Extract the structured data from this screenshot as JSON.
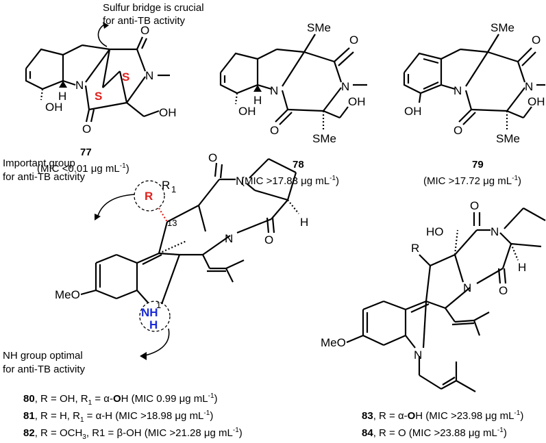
{
  "annotations": {
    "sulfur_1": "Sulfur bridge is crucial",
    "sulfur_2": "for anti-TB activity",
    "important_1": "Important group",
    "important_2": "for anti-TB activity",
    "nh_1": "NH group optimal",
    "nh_2": "for anti-TB activity"
  },
  "compounds": {
    "c77": {
      "num": "77",
      "mic": "(MIC <0.01 μg mL",
      "sup": "-1",
      "close": ")"
    },
    "c78": {
      "num": "78",
      "mic": "(MIC >17.83 μg mL",
      "sup": "-1",
      "close": ")"
    },
    "c79": {
      "num": "79",
      "mic": "(MIC >17.72 μg mL",
      "sup": "-1",
      "close": ")"
    }
  },
  "series_left": [
    {
      "num": "80",
      "desc": ", R = OH, R",
      "sub": "1",
      "desc2": " = α-",
      "bold": "O",
      "desc3": "H (MIC 0.99 μg mL",
      "sup": "-1",
      "close": ")"
    },
    {
      "num": "81",
      "desc": ", R = H, R",
      "sub": "1",
      "desc2": " = α-H",
      "bold": "",
      "desc3": " (MIC >18.98 μg mL",
      "sup": "-1",
      "close": ")"
    },
    {
      "num": "82",
      "desc": ", R = OCH",
      "sub": "3",
      "desc2": ", R",
      "bold": "",
      "desc3": "1 = β-OH (MIC >21.28 μg mL",
      "sup": "-1",
      "close": ")"
    }
  ],
  "series_right": [
    {
      "num": "83",
      "desc": ", R = α-",
      "bold": "O",
      "desc3": "H (MIC >23.98 μg mL",
      "sup": "-1",
      "close": ")"
    },
    {
      "num": "84",
      "desc": ", R = O (MIC >23.88 μg mL",
      "bold": "",
      "desc3": "",
      "sup": "-1",
      "close": ")"
    }
  ],
  "atoms": {
    "OH": "OH",
    "H": "H",
    "N": "N",
    "O": "O",
    "S": "S",
    "SMe": "SMe",
    "MeO": "MeO",
    "HO": "HO",
    "R": "R",
    "R1": "R",
    "one": "1",
    "thirteen": "13",
    "NH_N": "NH",
    "NH_H": "H"
  }
}
